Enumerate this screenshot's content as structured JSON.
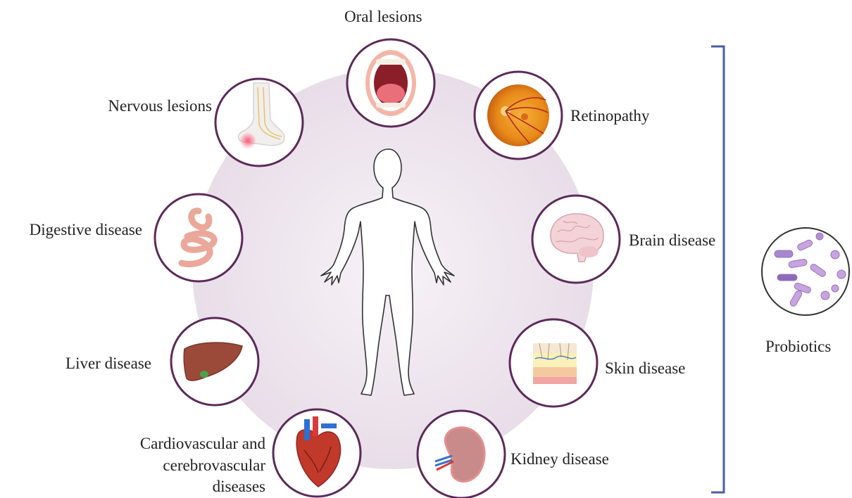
{
  "organs": {
    "oral": "Oral lesions",
    "retinopathy": "Retinopathy",
    "brain": "Brain disease",
    "skin": "Skin disease",
    "kidney": "Kidney disease",
    "cardio_line1": "Cardiovascular and",
    "cardio_line2": "cerebrovascular",
    "cardio_line3": "diseases",
    "liver": "Liver disease",
    "digestive": "Digestive disease",
    "nervous": "Nervous lesions"
  },
  "probiotics": {
    "label": "Probiotics"
  },
  "colors": {
    "ring": "#5c2a5a",
    "bracket": "#4a5fa0",
    "background_disc": "#ece4ec",
    "probiotic_purple": "#b48fcf"
  },
  "icons": [
    "mouth-icon",
    "eye-retina-icon",
    "brain-icon",
    "skin-layers-icon",
    "kidney-icon",
    "heart-icon",
    "liver-icon",
    "stomach-intestine-icon",
    "foot-nerve-icon",
    "bacteria-icon",
    "human-silhouette-icon"
  ]
}
